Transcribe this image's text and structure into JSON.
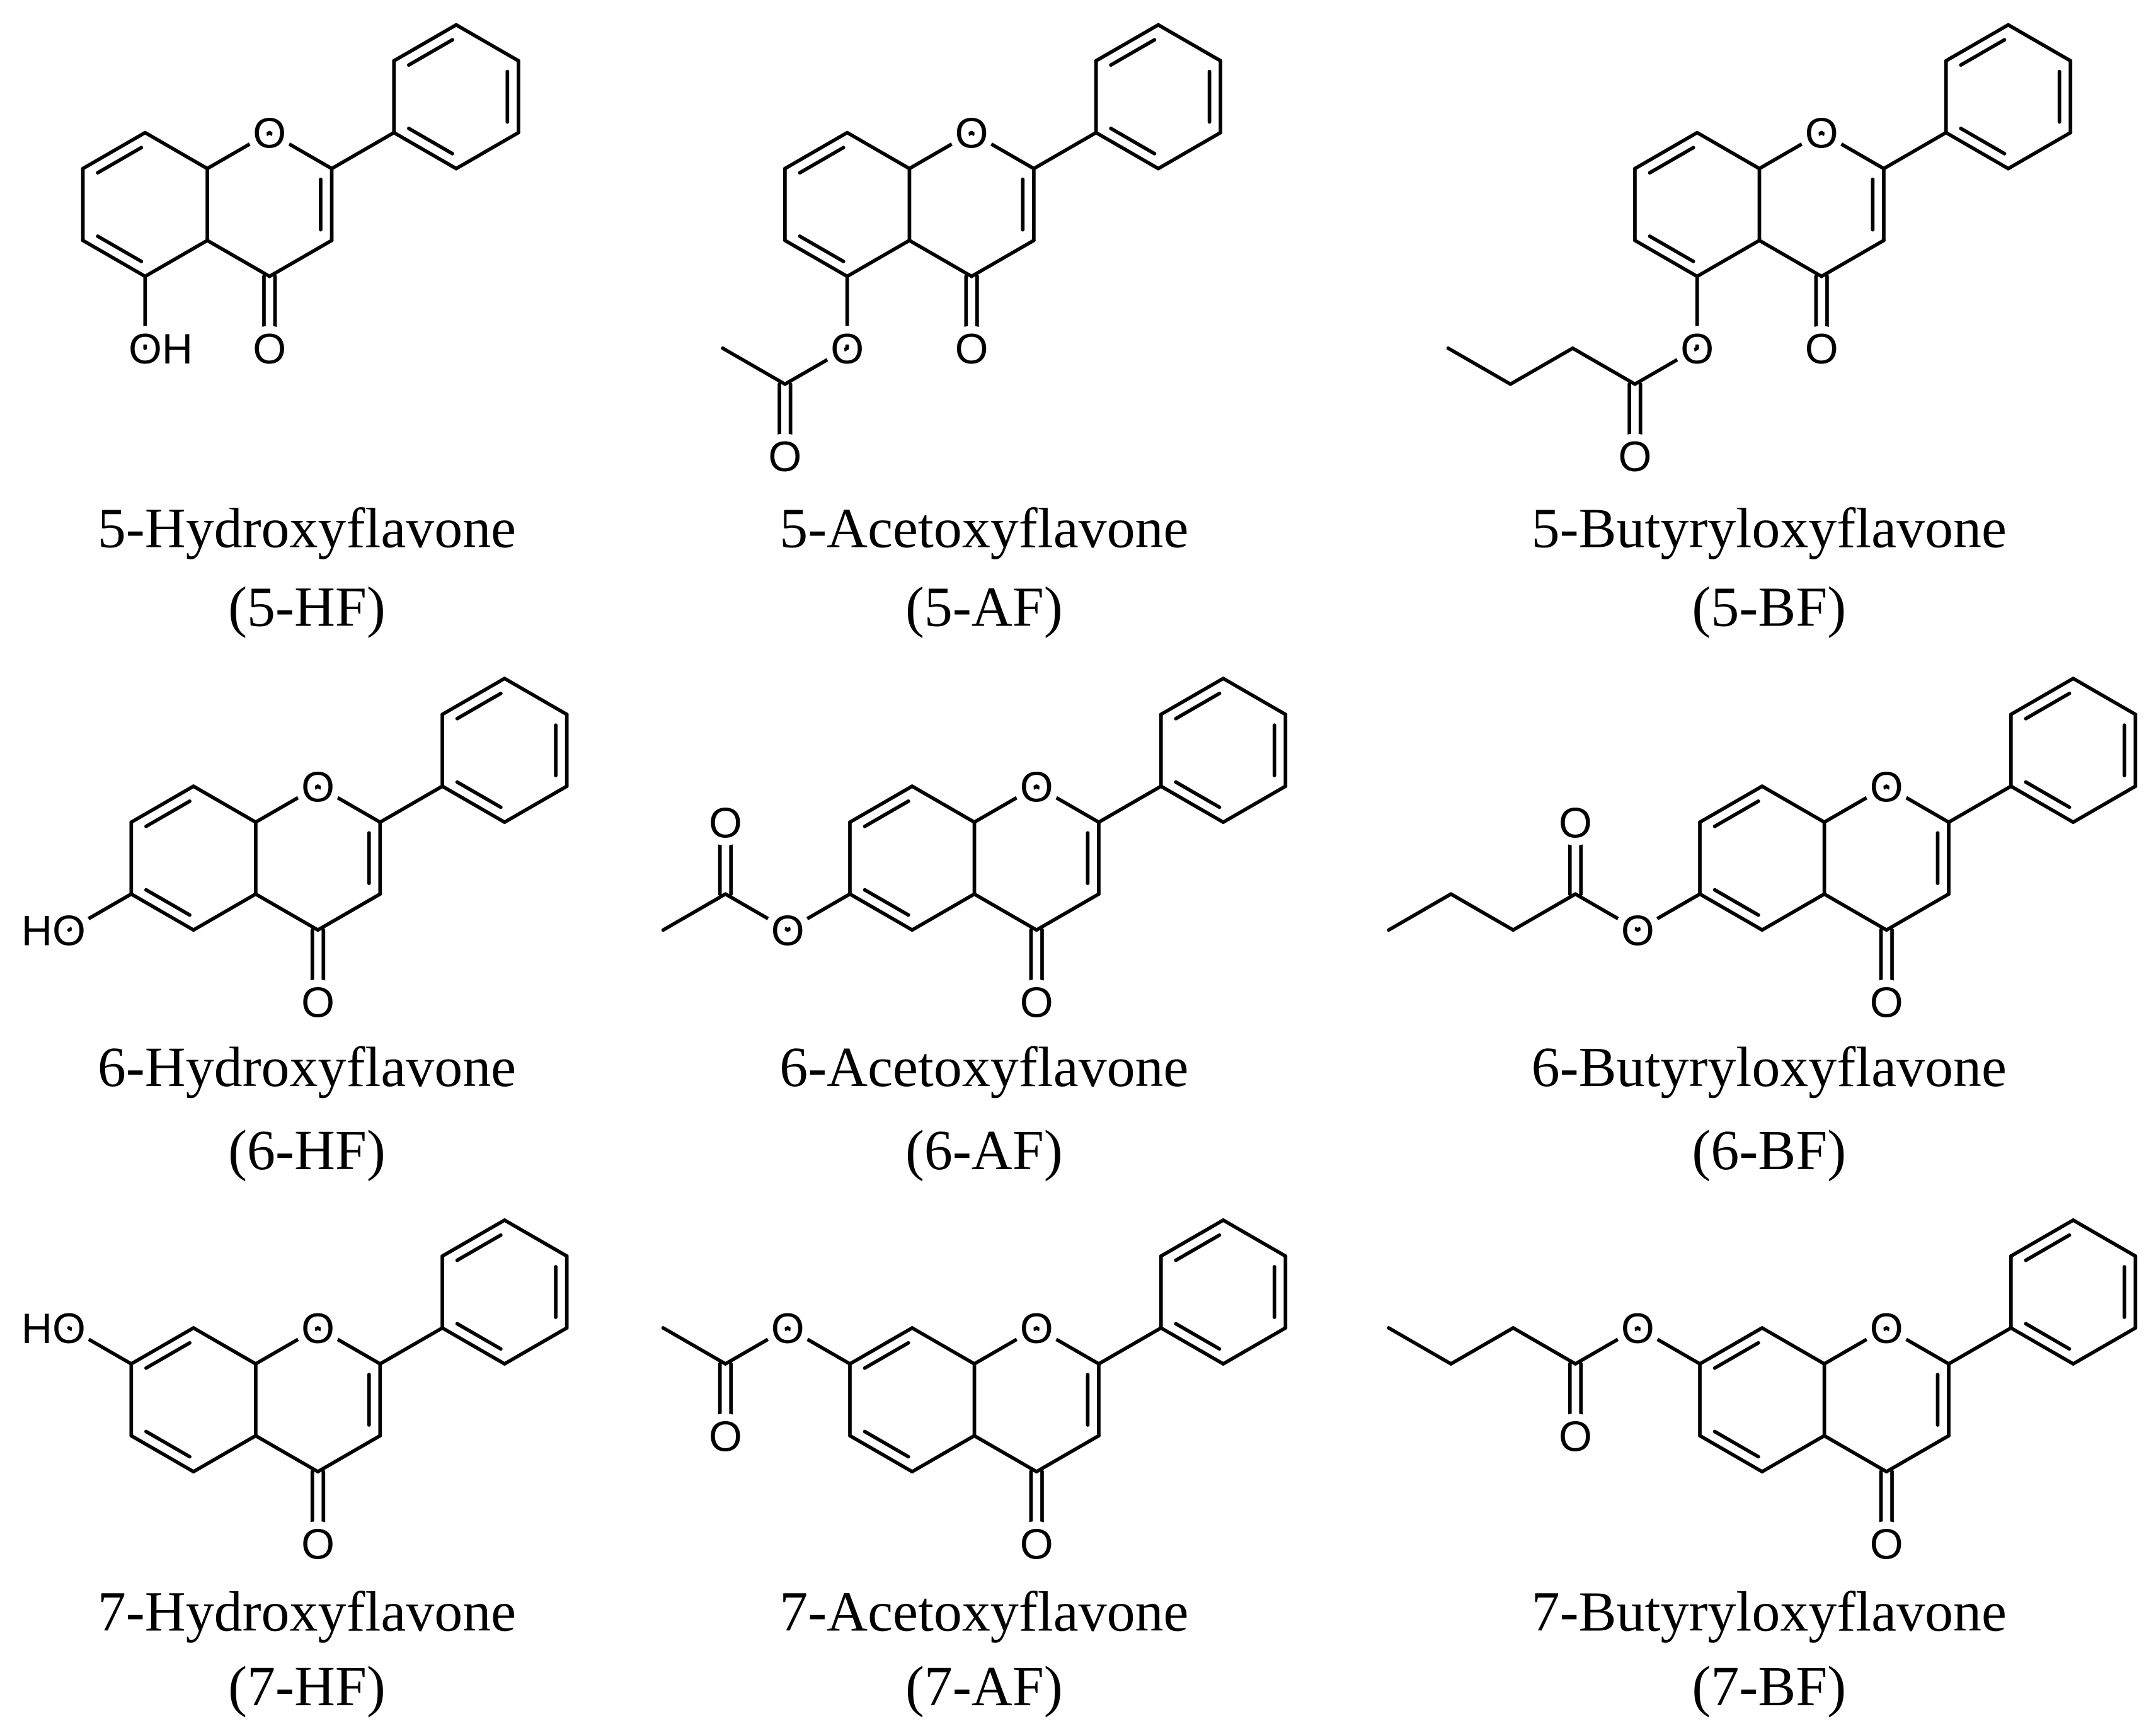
{
  "colors": {
    "line": "#000000",
    "background": "#ffffff"
  },
  "compounds": [
    {
      "name": "5-Hydroxyflavone",
      "abbreviation": "(5-HF)",
      "atom_labels": {
        "ring_oxygen": "O",
        "carbonyl_oxygen": "O",
        "hydroxyl": "OH"
      }
    },
    {
      "name": "5-Acetoxyflavone",
      "abbreviation": "(5-AF)",
      "atom_labels": {
        "ring_oxygen": "O",
        "carbonyl_oxygen": "O",
        "ester_oxygen": "O",
        "ester_carbonyl_oxygen": "O"
      }
    },
    {
      "name": "5-Butyryloxyflavone",
      "abbreviation": "(5-BF)",
      "atom_labels": {
        "ring_oxygen": "O",
        "carbonyl_oxygen": "O",
        "ester_oxygen": "O",
        "ester_carbonyl_oxygen": "O"
      }
    },
    {
      "name": "6-Hydroxyflavone",
      "abbreviation": "(6-HF)",
      "atom_labels": {
        "ring_oxygen": "O",
        "carbonyl_oxygen": "O",
        "hydroxyl": "HO"
      }
    },
    {
      "name": "6-Acetoxyflavone",
      "abbreviation": "(6-AF)",
      "atom_labels": {
        "ring_oxygen": "O",
        "carbonyl_oxygen": "O",
        "ester_oxygen": "O",
        "ester_carbonyl_oxygen": "O"
      }
    },
    {
      "name": "6-Butyryloxyflavone",
      "abbreviation": "(6-BF)",
      "atom_labels": {
        "ring_oxygen": "O",
        "carbonyl_oxygen": "O",
        "ester_oxygen": "O",
        "ester_carbonyl_oxygen": "O"
      }
    },
    {
      "name": "7-Hydroxyflavone",
      "abbreviation": "(7-HF)",
      "atom_labels": {
        "ring_oxygen": "O",
        "carbonyl_oxygen": "O",
        "hydroxyl": "HO"
      }
    },
    {
      "name": "7-Acetoxyflavone",
      "abbreviation": "(7-AF)",
      "atom_labels": {
        "ring_oxygen": "O",
        "carbonyl_oxygen": "O",
        "ester_oxygen": "O",
        "ester_carbonyl_oxygen": "O"
      }
    },
    {
      "name": "7-Butyryloxyflavone",
      "abbreviation": "(7-BF)",
      "atom_labels": {
        "ring_oxygen": "O",
        "carbonyl_oxygen": "O",
        "ester_oxygen": "O",
        "ester_carbonyl_oxygen": "O"
      }
    }
  ]
}
